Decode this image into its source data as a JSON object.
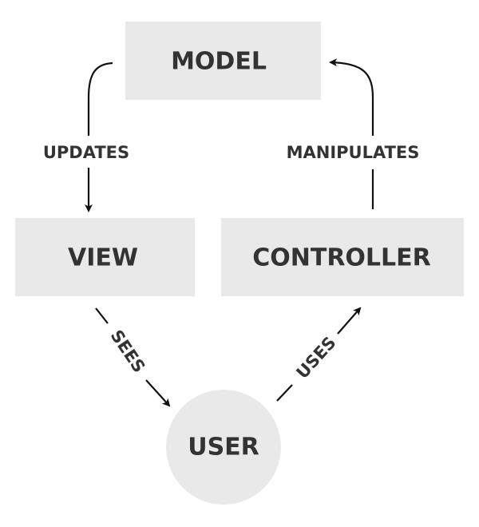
{
  "nodes": {
    "model": "MODEL",
    "view": "VIEW",
    "controller": "CONTROLLER",
    "user": "USER"
  },
  "edges": {
    "updates": "UPDATES",
    "manipulates": "MANIPULATES",
    "sees": "SEES",
    "uses": "USES"
  },
  "colors": {
    "node_fill": "#e9e9e9",
    "text": "#333333",
    "arrow": "#111111"
  }
}
